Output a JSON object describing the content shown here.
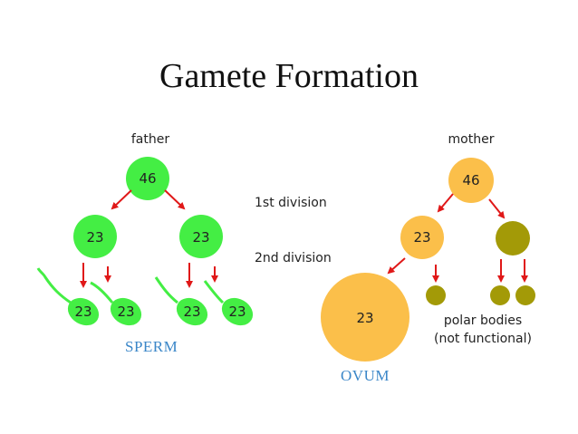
{
  "title": "Gamete Formation",
  "labels": {
    "father": "father",
    "mother": "mother",
    "first_division": "1st division",
    "second_division": "2nd division",
    "polar_bodies_line1": "polar bodies",
    "polar_bodies_line2": "(not functional)",
    "sperm_caption": "SPERM",
    "ovum_caption": "OVUM"
  },
  "chromosomes": {
    "father_cell": "46",
    "father_div1_left": "23",
    "father_div1_right": "23",
    "sperm_1": "23",
    "sperm_2": "23",
    "sperm_3": "23",
    "sperm_4": "23",
    "mother_cell": "46",
    "mother_div1": "23",
    "ovum": "23"
  },
  "colors": {
    "sperm_green": "#44ee44",
    "egg_orange": "#fbbf4a",
    "polar_olive": "#a39a07",
    "arrow_red": "#e01818",
    "caption_blue": "#3a86c8"
  }
}
